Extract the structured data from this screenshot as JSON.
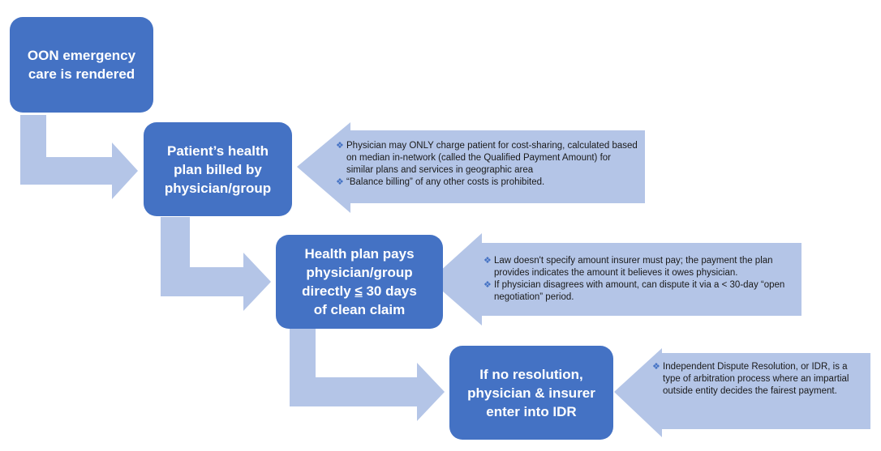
{
  "colors": {
    "box": "#4472c4",
    "connector": "#b4c5e7",
    "callout": "#b4c5e7",
    "bullet": "#4472c4"
  },
  "steps": [
    {
      "lines": [
        "OON emergency",
        "care is rendered"
      ]
    },
    {
      "lines": [
        "Patient’s health",
        "plan billed by",
        "physician/group"
      ]
    },
    {
      "lines": [
        "Health plan pays",
        "physician/group",
        "directly ",
        "≤",
        " 30 days",
        "of clean claim"
      ]
    },
    {
      "lines": [
        "If no resolution,",
        "physician & insurer",
        "enter into IDR"
      ]
    }
  ],
  "callouts": [
    {
      "items": [
        "Physician may ONLY charge patient for cost-sharing, calculated based on median in-network (called the Qualified Payment Amount) for similar plans and services in geographic area",
        "“Balance billing” of any other costs is prohibited."
      ]
    },
    {
      "items": [
        "Law doesn't specify amount insurer must pay; the payment the plan provides indicates the amount it believes it owes physician.",
        "If physician disagrees with amount, can dispute it via a < 30-day “open negotiation” period."
      ]
    },
    {
      "items": [
        "Independent Dispute Resolution, or IDR, is a type of arbitration process where an impartial outside entity decides the fairest payment."
      ]
    }
  ],
  "icons": {
    "bullet": "diamond-bullet-icon"
  }
}
